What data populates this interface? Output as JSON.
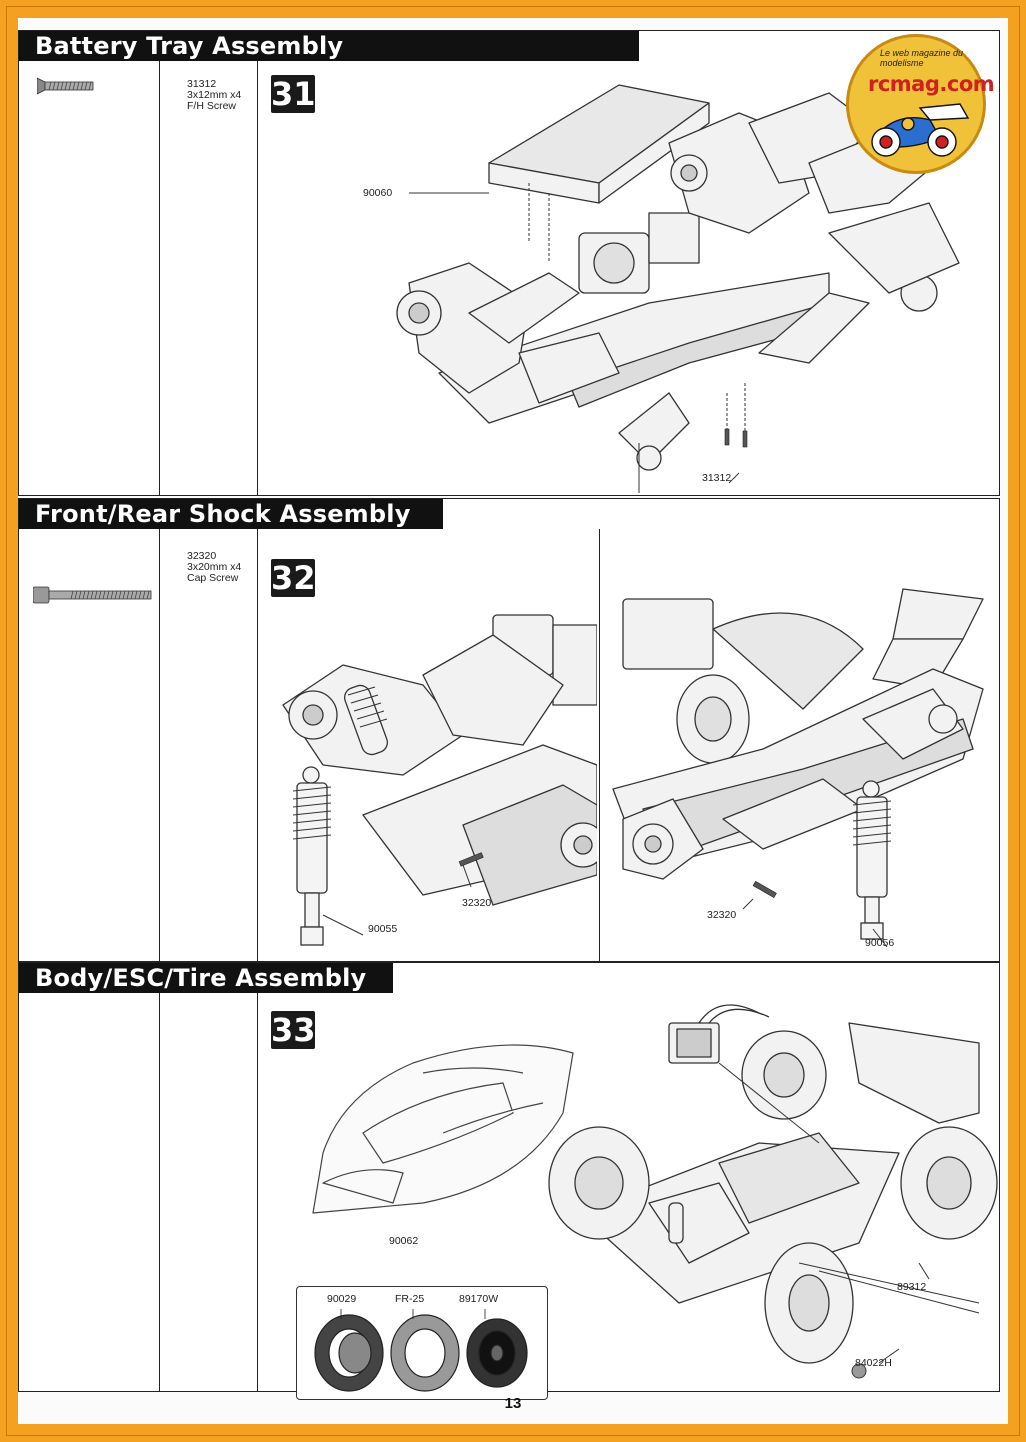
{
  "page_number": "13",
  "logo": {
    "text": "rcmag.com",
    "ring_text": "Le web magazine du modelisme"
  },
  "sections": [
    {
      "title": "Battery Tray Assembly",
      "step": "31",
      "hardware": {
        "part": "31312",
        "desc": "3x12mm x4",
        "type": "F/H Screw"
      },
      "callouts": [
        "90060",
        "31312"
      ]
    },
    {
      "title": "Front/Rear Shock Assembly",
      "step": "32",
      "hardware": {
        "part": "32320",
        "desc": "3x20mm x4",
        "type": "Cap Screw"
      },
      "callouts": [
        "32320",
        "90055",
        "32320",
        "90056"
      ]
    },
    {
      "title": "Body/ESC/Tire Assembly",
      "step": "33",
      "callouts": [
        "90062",
        "89312",
        "84022H"
      ],
      "tire_parts": [
        "90029",
        "FR-25",
        "89170W"
      ]
    }
  ]
}
